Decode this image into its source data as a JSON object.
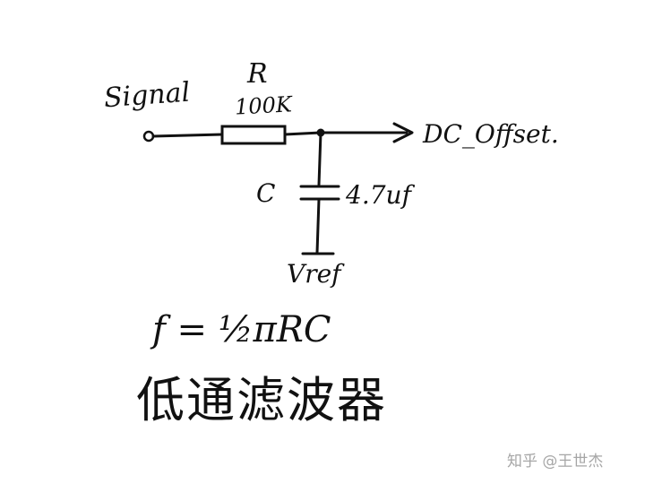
{
  "labels": {
    "input": "Signal",
    "resistor_name": "R",
    "resistor_value": "100K",
    "output": "DC_Offset.",
    "capacitor_name": "C",
    "capacitor_value": "4.7uf",
    "reference": "Vref"
  },
  "formula": "f = ½πRC",
  "caption": "低通滤波器",
  "watermark": "知乎 @王世杰"
}
